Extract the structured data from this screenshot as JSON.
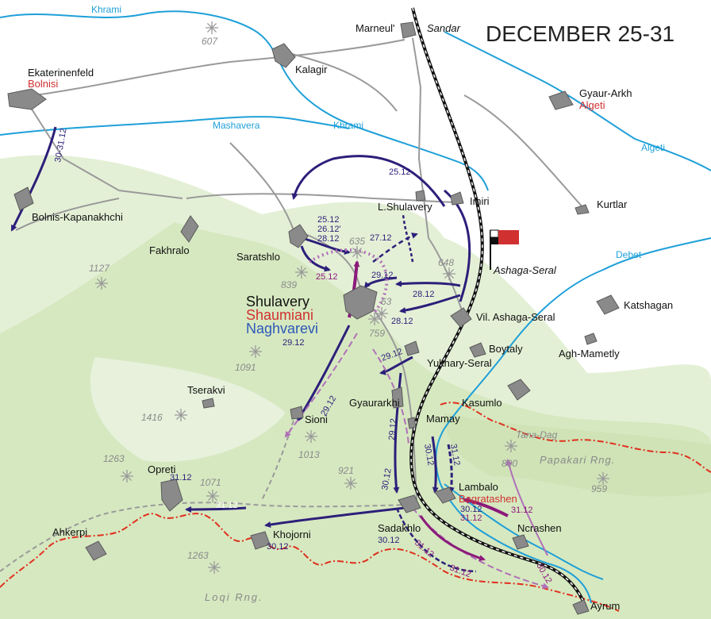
{
  "title": "DECEMBER 25-31",
  "colors": {
    "river": "#1fa0d8",
    "road": "#9a9a9a",
    "settlement": "#8a8a8a",
    "arrow_primary": "#2c1f7a",
    "arrow_secondary": "#8b1a7a",
    "arrow_light": "#b070b8",
    "border": "#e0301e",
    "railway": "#111111",
    "terrain": "#dcebc8",
    "peak": "#9a9a9a",
    "modern_name": "#d03030"
  },
  "rivers": [
    "Khrami",
    "Mashavera",
    "Khrami",
    "Algeti",
    "Debet"
  ],
  "settlements": {
    "marneuli": "Marneul'",
    "sandar": "Sandar",
    "kalagir": "Kalagir",
    "ekaterinenfeld": "Ekaterinenfeld",
    "bolnisi": "Bolnisi",
    "gyaur_arkh": "Gyaur-Arkh",
    "algeti": "Algeti",
    "bolnis_kapanakhchi": "Bolnis-Kapanakhchi",
    "imiri": "Imiri",
    "kurtlar": "Kurtlar",
    "l_shulavery": "L.Shulavery",
    "fakhralo": "Fakhralo",
    "saratshlo": "Saratshlo",
    "ashaga_seral": "Ashaga-Seral",
    "katshagan": "Katshagan",
    "shulavery": "Shulavery",
    "shaumiani": "Shaumiani",
    "naghvarevi": "Naghvarevi",
    "vil_ashaga_seral": "Vil. Ashaga-Seral",
    "boytaly": "Boytaly",
    "agh_mametly": "Agh-Mametly",
    "yukhary_seral": "Yukhary-Seral",
    "tserakvi": "Tserakvi",
    "gyaurarkhi": "Gyaurarkhi",
    "kasumlo": "Kasumlo",
    "sioni": "Sioni",
    "mamay": "Mamay",
    "tana_dag": "Tana-Dag",
    "papakari_rng": "Papakari Rng.",
    "opreti": "Opreti",
    "lambalo": "Lambalo",
    "bagratashen": "Bagratashen",
    "ahkerpi": "Ahkerpi",
    "khojorni": "Khojorni",
    "sadakhlo": "Sadakhlo",
    "ncrashen": "Ncrashen",
    "loqi_rng": "Loqi Rng.",
    "ayrum": "Ayrum"
  },
  "peaks": {
    "p607": "607",
    "p635": "635",
    "p648": "648",
    "p839": "839",
    "p1127": "1127",
    "p63": "63",
    "p759": "759",
    "p1091": "1091",
    "p1416": "1416",
    "p1013": "1013",
    "p1263a": "1263",
    "p921": "921",
    "p800": "800",
    "p1071": "1071",
    "p959": "959",
    "p1263b": "1263"
  },
  "dates": {
    "d3031": "30-31.12",
    "d2512a": "25.12",
    "d2512b": "25.12",
    "d2612": "26.12'",
    "d2812a": "28.12",
    "d2712": "27.12",
    "d2512c": "25.12",
    "d2912a": "29.12",
    "d2812b": "28.12",
    "d2812c": "28.12",
    "d2912b": "29.12",
    "d2912c": "29.12",
    "d2912d": "29.12",
    "d2912e": "29.12",
    "d3012a": "30.12",
    "d3012b": "30.12",
    "d3112a": "31.12",
    "d3112b": "31.12",
    "d3112c": "31.12",
    "d3012c": "30.12",
    "d3112d": "31.12",
    "d3112e": "31.12",
    "d3012d": "30.12",
    "d3012e": "30.12",
    "d3112f": "31.12",
    "d3112g": "31.12",
    "d3012f": "30.12"
  }
}
